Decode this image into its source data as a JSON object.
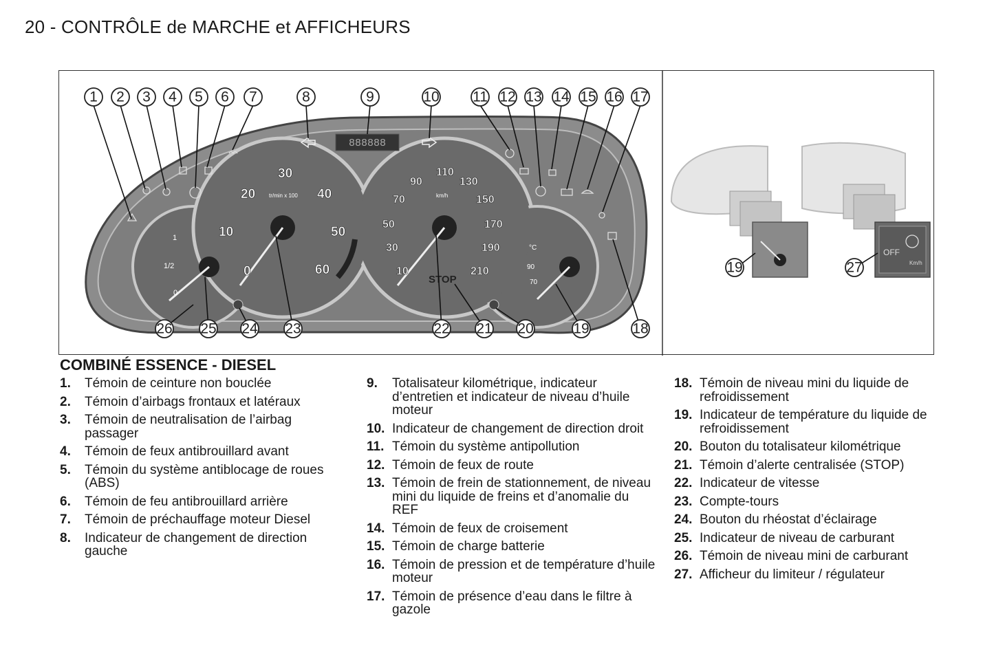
{
  "page": {
    "title": "20 - CONTRÔLE de MARCHE et AFFICHEURS"
  },
  "figure": {
    "top_callouts": [
      "1",
      "2",
      "3",
      "4",
      "5",
      "6",
      "7",
      "8",
      "9",
      "10",
      "11",
      "12",
      "13",
      "14",
      "15",
      "16",
      "17"
    ],
    "bottom_callouts": [
      "26",
      "25",
      "24",
      "23",
      "22",
      "21",
      "20",
      "19",
      "18"
    ],
    "inset_callouts": [
      "19",
      "27"
    ],
    "odometer": "888888",
    "tach_labels": [
      "10",
      "20",
      "30",
      "40",
      "50",
      "60",
      "0"
    ],
    "tach_unit": "tr/min x 100",
    "speed_labels": [
      "10",
      "30",
      "50",
      "70",
      "90",
      "110",
      "130",
      "150",
      "170",
      "190",
      "210"
    ],
    "speed_unit": "km/h",
    "fuel_labels": [
      "1",
      "1/2",
      "0"
    ],
    "temp_labels": [
      "90",
      "70",
      "°C"
    ],
    "stop_label": "STOP",
    "limiter_label": "OFF",
    "limiter_unit": "Km/h"
  },
  "section_title": "COMBINÉ ESSENCE - DIESEL",
  "items_col1": [
    {
      "n": "1.",
      "t": "Témoin de ceinture non bouclée"
    },
    {
      "n": "2.",
      "t": "Témoin d’airbags frontaux et latéraux"
    },
    {
      "n": "3.",
      "t": "Témoin de neutralisation de l’airbag passager"
    },
    {
      "n": "4.",
      "t": "Témoin de feux antibrouillard avant"
    },
    {
      "n": "5.",
      "t": "Témoin du système antiblocage de roues (ABS)"
    },
    {
      "n": "6.",
      "t": "Témoin de feu antibrouillard arrière"
    },
    {
      "n": "7.",
      "t": "Témoin de préchauffage moteur Diesel"
    },
    {
      "n": "8.",
      "t": "Indicateur de changement de direction gauche"
    }
  ],
  "items_col2": [
    {
      "n": "9.",
      "t": "Totalisateur kilométrique, indicateur d’entretien et indicateur de niveau d’huile moteur"
    },
    {
      "n": "10.",
      "t": "Indicateur de changement de direction droit"
    },
    {
      "n": "11.",
      "t": "Témoin du système antipollution"
    },
    {
      "n": "12.",
      "t": "Témoin de feux de route"
    },
    {
      "n": "13.",
      "t": "Témoin de frein de stationnement, de niveau mini du liquide de freins et d’anomalie du REF"
    },
    {
      "n": "14.",
      "t": "Témoin de feux de croisement"
    },
    {
      "n": "15.",
      "t": "Témoin de charge batterie"
    },
    {
      "n": "16.",
      "t": "Témoin de pression et de température d’huile moteur"
    },
    {
      "n": "17.",
      "t": "Témoin de présence d’eau dans le filtre à gazole"
    }
  ],
  "items_col3": [
    {
      "n": "18.",
      "t": "Témoin de niveau mini du liquide de refroidissement"
    },
    {
      "n": "19.",
      "t": "Indicateur de température du liquide de refroidissement"
    },
    {
      "n": "20.",
      "t": "Bouton du totalisateur kilométrique"
    },
    {
      "n": "21.",
      "t": "Témoin d’alerte centralisée (STOP)"
    },
    {
      "n": "22.",
      "t": "Indicateur de vitesse"
    },
    {
      "n": "23.",
      "t": "Compte-tours"
    },
    {
      "n": "24.",
      "t": "Bouton du rhéostat d’éclairage"
    },
    {
      "n": "25.",
      "t": "Indicateur de niveau de carburant"
    },
    {
      "n": "26.",
      "t": "Témoin de niveau mini de carburant"
    },
    {
      "n": "27.",
      "t": "Afficheur du limiteur / régulateur"
    }
  ]
}
